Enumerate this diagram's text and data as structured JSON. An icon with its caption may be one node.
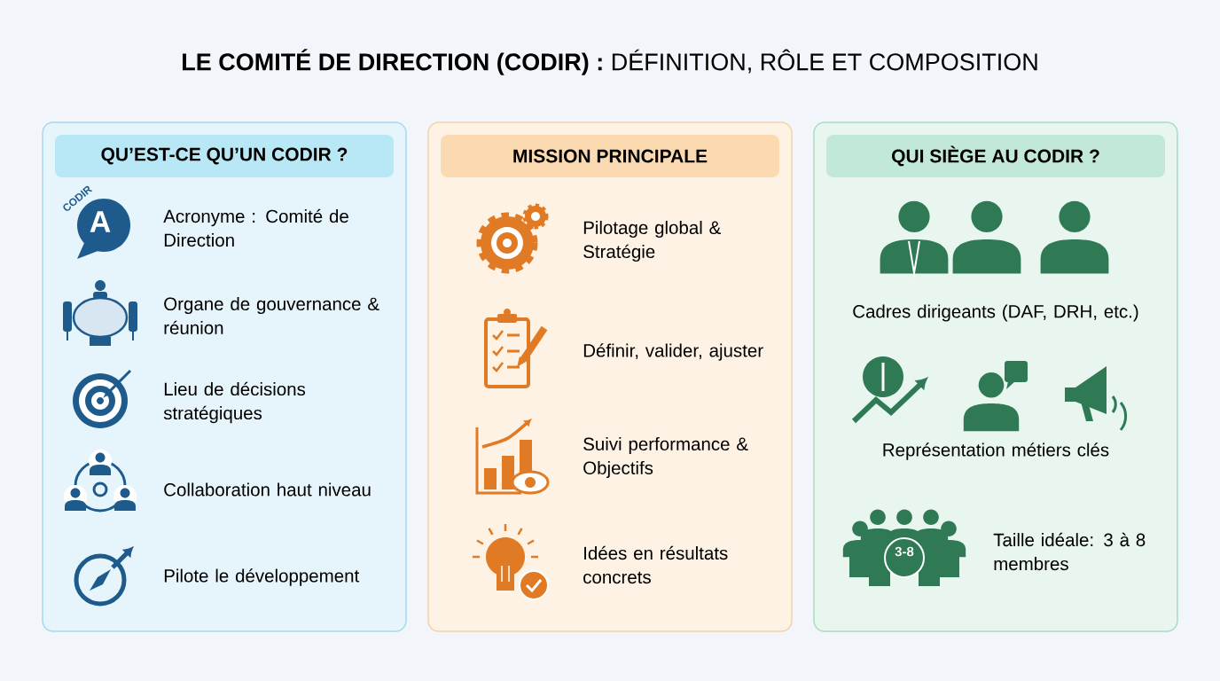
{
  "diagram": {
    "title": "**LE COMITÉ DE DIRECTION (CODIR) :** DÉFINITION, RÔLE ET COMPOSITION",
    "nodes": [
      {
        "text": [
          "QU’EST-CE QU’UN CODIR ?",
          "Acronyme : Comité de Direction",
          "Organe de gouvernance & réunion",
          "Lieu de décisions stratégiques",
          "Collaboration haut niveau",
          "Pilote le développement"
        ]
      },
      {
        "text": [
          "MISSION PRINCIPALE",
          "Pilotage global & Stratégie",
          "Définir, valider, ajuster",
          "Suivi performance & Objectifs",
          "Idées en résultats concrets"
        ]
      },
      {
        "text": [
          "QUI SIÈGE AU CODIR ?",
          "Cadres dirigeants (DAF, DRH, etc.)",
          "Représentation métiers clés",
          "Taille idéale: 3 à 8 membres"
        ]
      }
    ],
    "labels": [
      "CODIR",
      "A",
      "3-8"
    ]
  }
}
